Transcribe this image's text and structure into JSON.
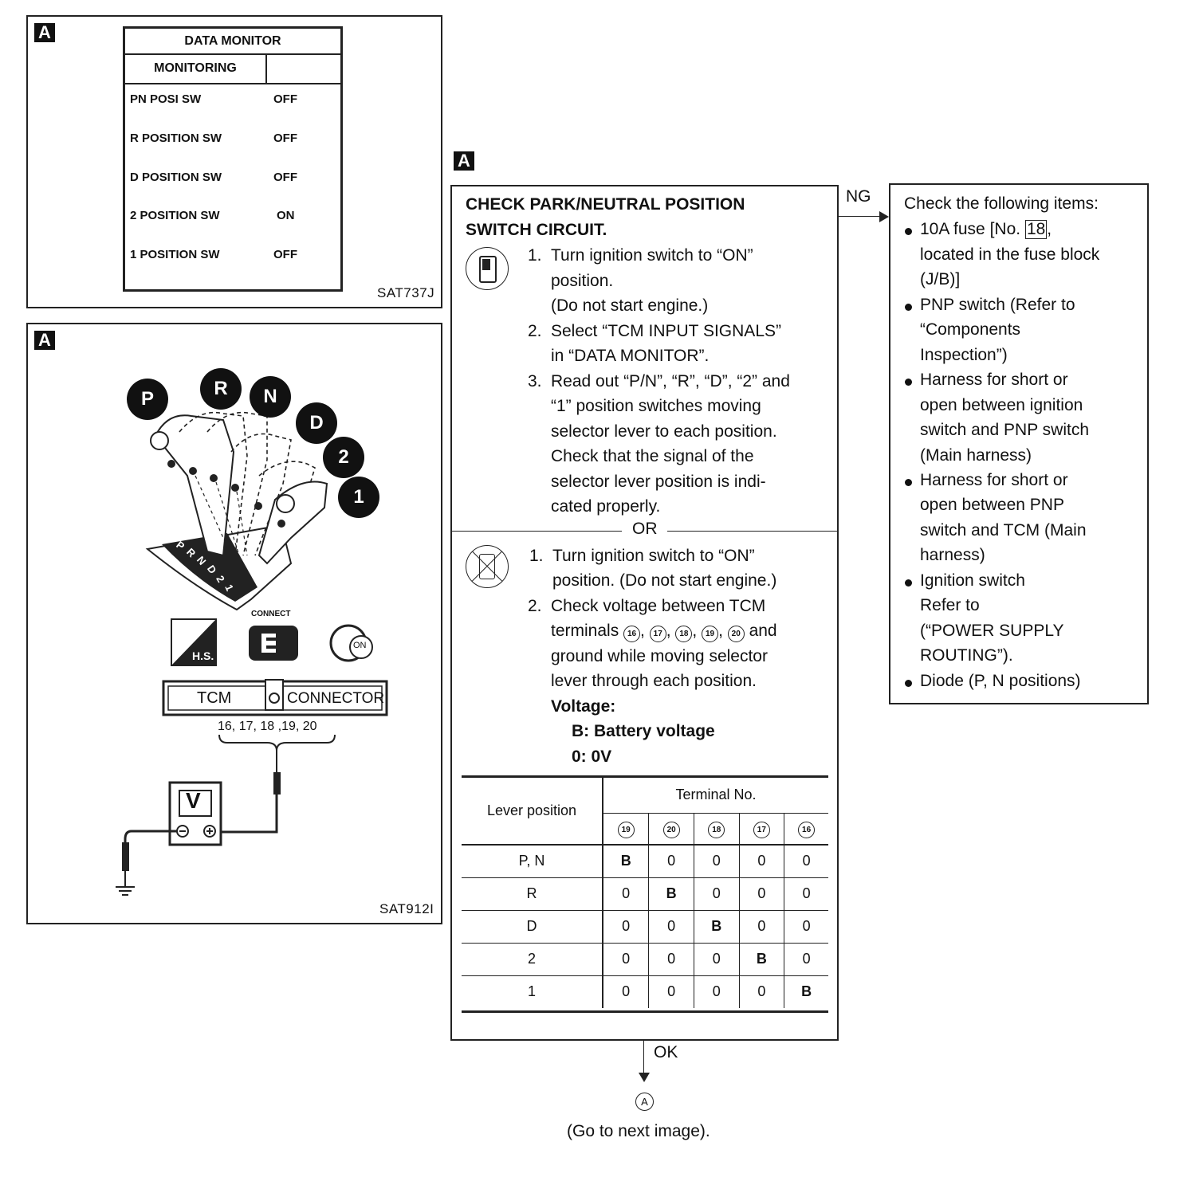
{
  "tag_letter": "A",
  "data_monitor_panel": {
    "title": "DATA MONITOR",
    "monitoring_label": "MONITORING",
    "rows": [
      {
        "label": "PN POSI SW",
        "value": "OFF"
      },
      {
        "label": "R POSITION SW",
        "value": "OFF"
      },
      {
        "label": "D POSITION SW",
        "value": "OFF"
      },
      {
        "label": "2 POSITION SW",
        "value": "ON"
      },
      {
        "label": "1 POSITION SW",
        "value": "OFF"
      }
    ],
    "figure_id": "SAT737J"
  },
  "lever_panel": {
    "positions": [
      "P",
      "R",
      "N",
      "D",
      "2",
      "1"
    ],
    "gate_letters": [
      "P",
      "R",
      "N",
      "D",
      "2",
      "1"
    ],
    "hs_label": "H.S.",
    "connect_label": "CONNECT",
    "on_label": "ON",
    "tcm_label": "TCM",
    "connector_label": "CONNECTOR",
    "terminals": "16, 17, 18 ,19, 20",
    "meter_label": "V",
    "figure_id": "SAT912I"
  },
  "check_box": {
    "title_line1": "CHECK PARK/NEUTRAL POSITION",
    "title_line2": "SWITCH CIRCUIT.",
    "consult_steps": [
      {
        "num": "1.",
        "lines": [
          "Turn ignition switch to “ON”",
          "position.",
          "(Do not start engine.)"
        ]
      },
      {
        "num": "2.",
        "lines": [
          "Select “TCM INPUT SIGNALS”",
          "in “DATA MONITOR”."
        ]
      },
      {
        "num": "3.",
        "lines": [
          "Read out “P/N”, “R”, “D”, “2” and",
          "“1” position switches moving",
          "selector lever to each position.",
          "Check that the signal of the",
          "selector lever position is indi-",
          "cated properly."
        ]
      }
    ],
    "or_label": "OR",
    "noconsult_steps": [
      {
        "num": "1.",
        "lines": [
          "Turn ignition switch to “ON”",
          "position. (Do not start engine.)"
        ]
      },
      {
        "num": "2.",
        "lines": [
          "Check voltage between TCM"
        ]
      }
    ],
    "terminals_prefix": "terminals",
    "terminal_circles": [
      "16",
      "17",
      "18",
      "19",
      "20"
    ],
    "terminals_suffix": "and",
    "step2_rest": [
      "ground while moving selector",
      "lever through each position."
    ],
    "voltage_label": "Voltage:",
    "voltage_b": "B: Battery voltage",
    "voltage_0": "0: 0V",
    "table": {
      "lever_header": "Lever position",
      "terminal_header": "Terminal No.",
      "terminal_cols": [
        "19",
        "20",
        "18",
        "17",
        "16"
      ],
      "rows": [
        {
          "pos": "P, N",
          "vals": [
            "B",
            "0",
            "0",
            "0",
            "0"
          ]
        },
        {
          "pos": "R",
          "vals": [
            "0",
            "B",
            "0",
            "0",
            "0"
          ]
        },
        {
          "pos": "D",
          "vals": [
            "0",
            "0",
            "B",
            "0",
            "0"
          ]
        },
        {
          "pos": "2",
          "vals": [
            "0",
            "0",
            "0",
            "B",
            "0"
          ]
        },
        {
          "pos": "1",
          "vals": [
            "0",
            "0",
            "0",
            "0",
            "B"
          ]
        }
      ]
    }
  },
  "ng_label": "NG",
  "ok_label": "OK",
  "next_marker": "A",
  "next_text": "(Go to next image).",
  "ng_box": {
    "heading": "Check the following items:",
    "fuse_prefix": "10A fuse [No.",
    "fuse_no": "18",
    "fuse_suffix": ",",
    "items": [
      [
        "located in the fuse block",
        "(J/B)]"
      ],
      [
        "PNP switch (Refer to",
        "“Components",
        "Inspection”)"
      ],
      [
        "Harness for short or",
        "open between ignition",
        "switch and PNP switch",
        "(Main harness)"
      ],
      [
        "Harness for short or",
        "open between PNP",
        "switch and TCM (Main",
        "harness)"
      ],
      [
        "Ignition switch",
        "Refer to",
        "(“POWER SUPPLY",
        "ROUTING”)."
      ],
      [
        "Diode (P, N positions)"
      ]
    ]
  }
}
